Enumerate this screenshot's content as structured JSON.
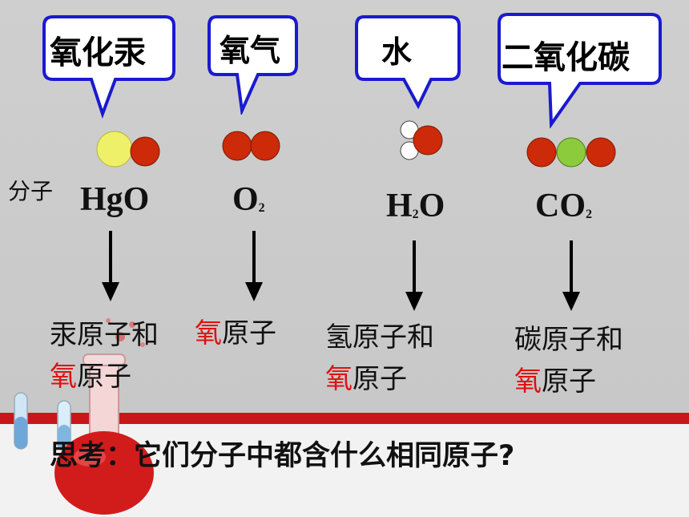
{
  "callouts": {
    "hgo": "氧化汞",
    "o2": "氧气",
    "h2o": "水",
    "co2": "二氧化碳"
  },
  "molecule_label": "分子",
  "formulas": {
    "hgo": "HgO",
    "o2_main": "O",
    "o2_sub": "2",
    "h2o_h": "H",
    "h2o_sub": "2",
    "h2o_o": "O",
    "co2_main": "CO",
    "co2_sub": "2"
  },
  "atoms": {
    "hgo_line1": "汞原子和",
    "hgo_o": "氧",
    "hgo_line2_rest": "原子",
    "o2_o": "氧",
    "o2_rest": "原子",
    "h2o_line1": "氢原子和",
    "h2o_o": "氧",
    "h2o_line2_rest": "原子",
    "co2_line1": "碳原子和",
    "co2_o": "氧",
    "co2_line2_rest": "原子"
  },
  "question": "思考：它们分子中都含什么相同原子?",
  "colors": {
    "oxygen": "#cc2a08",
    "mercury": "#eef06a",
    "carbon": "#8ccc3c",
    "hydrogen": "#ffffff",
    "callout_border": "#1a1ad0",
    "highlight": "#e01010",
    "band": "#c8171b"
  }
}
